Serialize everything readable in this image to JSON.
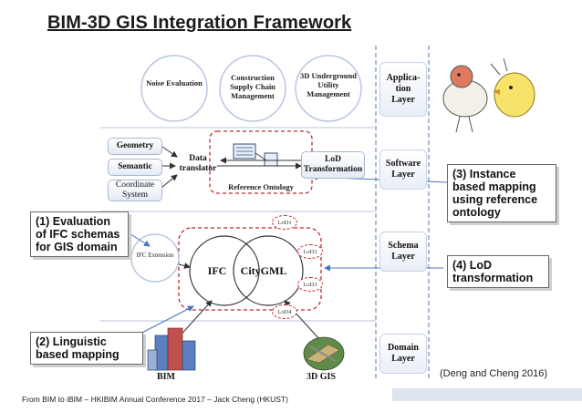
{
  "title": "BIM-3D GIS Integration Framework",
  "applications": [
    "Noise Evaluation",
    "Construction Supply Chain Management",
    "3D Underground Utility Management"
  ],
  "left_boxes": [
    "Geometry",
    "Semantic",
    "Coordinate System"
  ],
  "data_translator": "Data translator",
  "reference_ontology": "Reference Ontology",
  "lod_transformation": "LoD Transformation",
  "ifc_extension": "IFC Extension",
  "ifc": "IFC",
  "citygml": "CityGML",
  "lods": [
    "LoD1",
    "LoD2",
    "LoD3",
    "LoD4"
  ],
  "bim_label": "BIM",
  "gis_label": "3D GIS",
  "layers": {
    "application": "Applica-tion Layer",
    "software": "Software Layer",
    "schema": "Schema Layer",
    "domain": "Domain Layer"
  },
  "callouts": {
    "c1": "(1) Evaluation of IFC schemas for GIS domain",
    "c2": "(2) Linguistic based mapping",
    "c3": "(3) Instance based mapping using reference ontology",
    "c4": "(4) LoD transformation"
  },
  "citation": "(Deng and Cheng 2016)",
  "footer": "From BIM to iBIM – HKIBIM Annual Conference 2017 – Jack Cheng (HKUST)",
  "colors": {
    "dashed_red": "#c0282d",
    "box_border": "#a8b8d0",
    "divider": "#8da2c4"
  }
}
